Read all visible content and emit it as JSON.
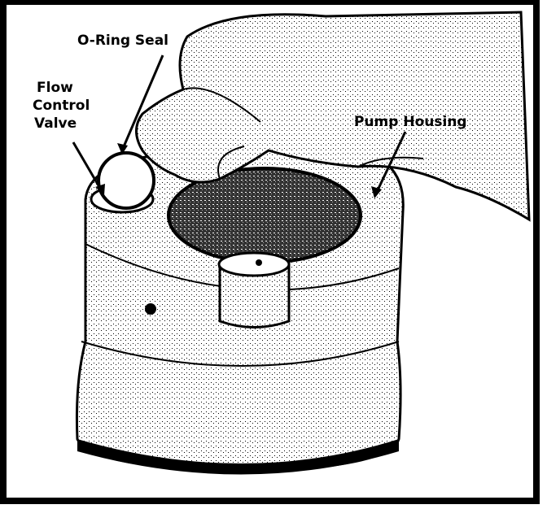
{
  "labels": {
    "o_ring_seal": "O-Ring Seal",
    "flow_control_valve_line1": "Flow",
    "flow_control_valve_line2": "Control",
    "flow_control_valve_line3": "Valve",
    "pump_housing": "Pump Housing"
  },
  "colors": {
    "ink": "#000000",
    "paper": "#ffffff",
    "shade": "#bdbdbd"
  }
}
